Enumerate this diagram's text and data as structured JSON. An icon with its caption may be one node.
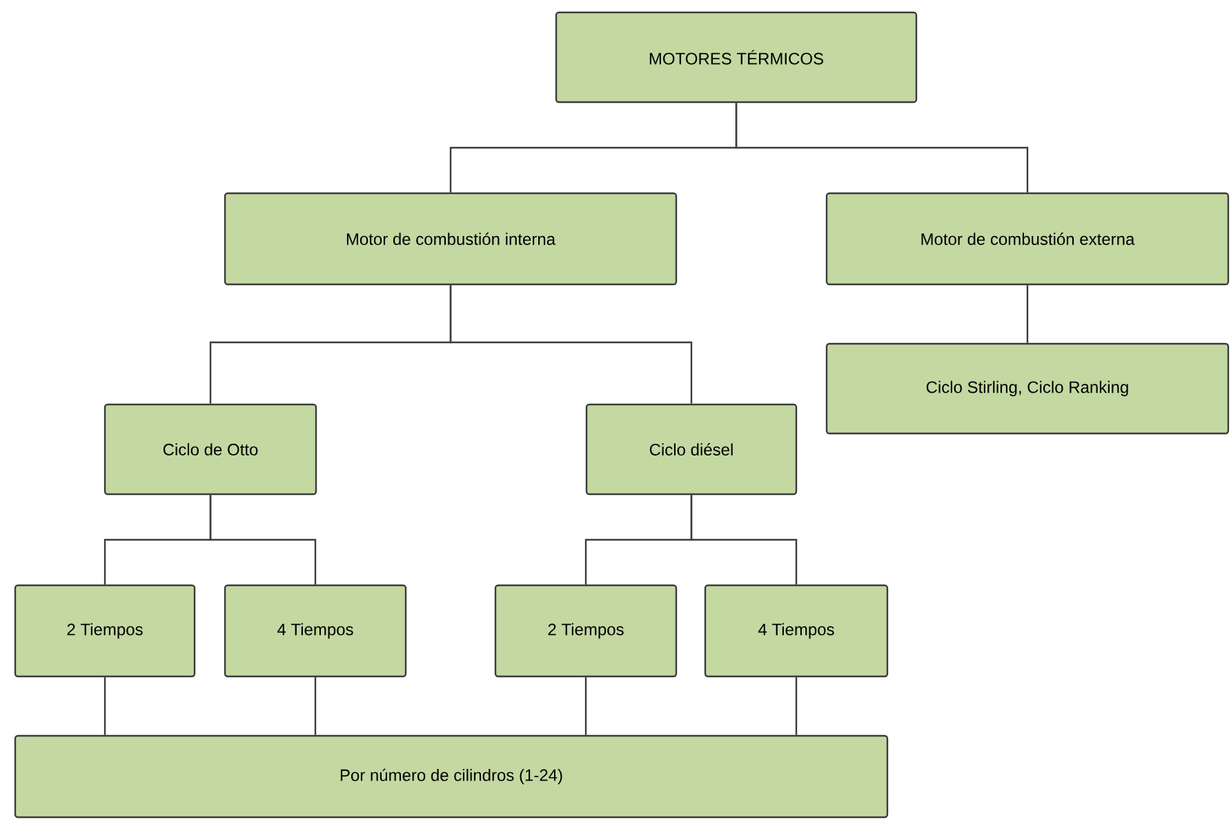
{
  "diagram": {
    "nodes": [
      {
        "text": [
          "MOTORES TÉRMICOS"
        ]
      },
      {
        "text": [
          "Motor de combustión interna"
        ]
      },
      {
        "text": [
          "Motor de combustión externa"
        ]
      },
      {
        "text": [
          "Ciclo Stirling, Ciclo Ranking"
        ]
      },
      {
        "text": [
          "Ciclo de Otto"
        ]
      },
      {
        "text": [
          "Ciclo diésel"
        ]
      },
      {
        "text": [
          "2 Tiempos"
        ]
      },
      {
        "text": [
          "4 Tiempos"
        ]
      },
      {
        "text": [
          "2 Tiempos"
        ]
      },
      {
        "text": [
          "4 Tiempos"
        ]
      },
      {
        "text": [
          "Por número de cilindros (1-24)"
        ]
      }
    ],
    "edges": [
      {
        "from": 0,
        "to": 1,
        "arrow": "none"
      },
      {
        "from": 0,
        "to": 2,
        "arrow": "none"
      },
      {
        "from": 1,
        "to": 4,
        "arrow": "none"
      },
      {
        "from": 1,
        "to": 5,
        "arrow": "none"
      },
      {
        "from": 2,
        "to": 3,
        "arrow": "none"
      },
      {
        "from": 4,
        "to": 6,
        "arrow": "none"
      },
      {
        "from": 4,
        "to": 7,
        "arrow": "none"
      },
      {
        "from": 5,
        "to": 8,
        "arrow": "none"
      },
      {
        "from": 5,
        "to": 9,
        "arrow": "none"
      },
      {
        "from": 6,
        "to": 10,
        "arrow": "none"
      },
      {
        "from": 7,
        "to": 10,
        "arrow": "none"
      },
      {
        "from": 8,
        "to": 10,
        "arrow": "none"
      },
      {
        "from": 9,
        "to": 10,
        "arrow": "none"
      }
    ]
  }
}
